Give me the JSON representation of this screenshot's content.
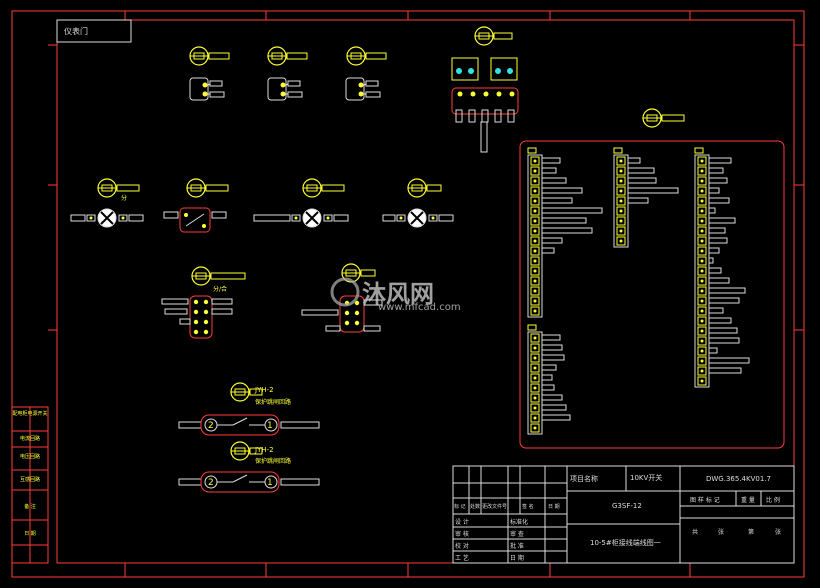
{
  "frame_title": "仪表门",
  "labels": {
    "sym1": "JYH-2",
    "sym1_sub": "保护跳闸回路",
    "sym2": "JYH-2",
    "sym2_sub": "保护跳闸回路",
    "switch_label": "分/合",
    "lamp_note": "分",
    "node_a": "2",
    "node_b": "1"
  },
  "sidebar": {
    "cells": [
      "配电柜电源开关",
      "电流回路",
      "电压回路",
      "互感回路",
      "备 注",
      "日 期"
    ]
  },
  "title_block": {
    "project_label": "项目名称",
    "project_value": "10KV开关",
    "drawing_no": "DWG.365.4KV01.7",
    "model": "G3SF-12",
    "drawing_name": "10-5#柜接线端线图一",
    "rev_headers": [
      "标 记",
      "处数",
      "更改文件号",
      "签 名",
      "日 期"
    ],
    "row_labels": [
      "设 计",
      "审 核",
      "校 对",
      "工 艺"
    ],
    "right_headers": [
      "图 样 标 记",
      "重 量",
      "比 例"
    ],
    "mid_labels": [
      "标准化",
      "审 查",
      "批 准",
      "日 期"
    ],
    "sheet_labels": [
      "共",
      "张",
      "第",
      "张"
    ]
  },
  "watermark": {
    "brand": "沐风网",
    "url": "www.mfcad.com"
  }
}
